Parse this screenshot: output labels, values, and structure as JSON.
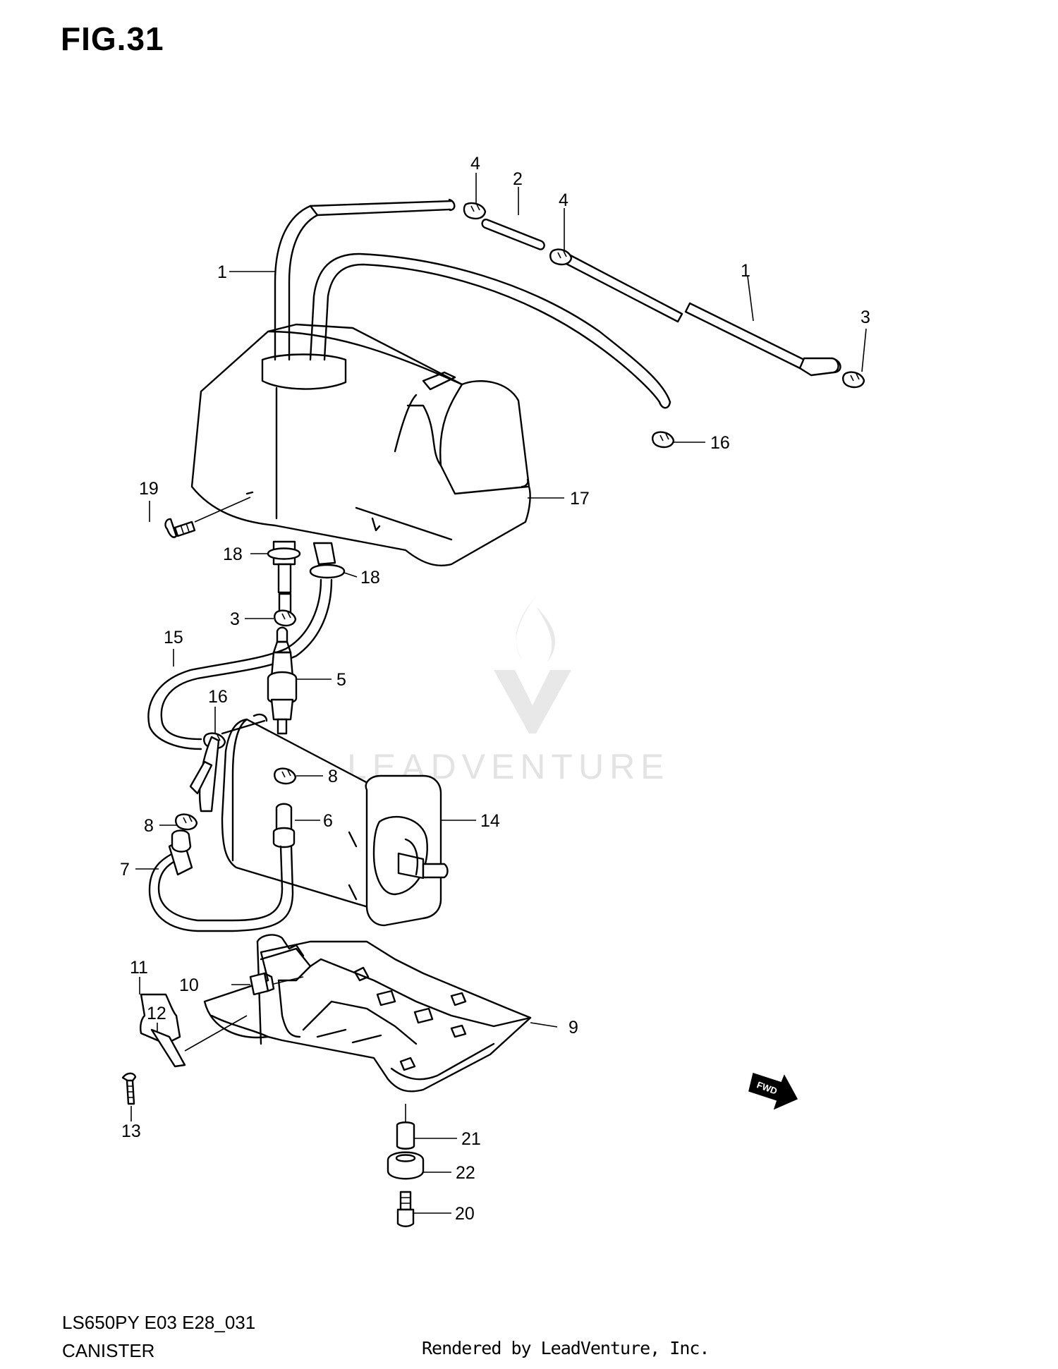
{
  "figure": {
    "title": "FIG.31",
    "model_code": "LS650PY E03 E28_031",
    "section_name": "CANISTER",
    "render_credit": "Rendered by LeadVenture, Inc."
  },
  "watermark": {
    "text": "LEADVENTURE",
    "color": "#e3e3e3"
  },
  "fwd_arrow": {
    "label": "FWD",
    "icon": "fwd-direction-arrow-icon"
  },
  "callouts": [
    {
      "id": "c1a",
      "label": "1"
    },
    {
      "id": "c1b",
      "label": "1"
    },
    {
      "id": "c2",
      "label": "2"
    },
    {
      "id": "c3a",
      "label": "3"
    },
    {
      "id": "c3b",
      "label": "3"
    },
    {
      "id": "c4a",
      "label": "4"
    },
    {
      "id": "c4b",
      "label": "4"
    },
    {
      "id": "c5",
      "label": "5"
    },
    {
      "id": "c6",
      "label": "6"
    },
    {
      "id": "c7",
      "label": "7"
    },
    {
      "id": "c8a",
      "label": "8"
    },
    {
      "id": "c8b",
      "label": "8"
    },
    {
      "id": "c9",
      "label": "9"
    },
    {
      "id": "c10",
      "label": "10"
    },
    {
      "id": "c11",
      "label": "11"
    },
    {
      "id": "c12",
      "label": "12"
    },
    {
      "id": "c13",
      "label": "13"
    },
    {
      "id": "c14",
      "label": "14"
    },
    {
      "id": "c15",
      "label": "15"
    },
    {
      "id": "c16a",
      "label": "16"
    },
    {
      "id": "c16b",
      "label": "16"
    },
    {
      "id": "c17",
      "label": "17"
    },
    {
      "id": "c18a",
      "label": "18"
    },
    {
      "id": "c18b",
      "label": "18"
    },
    {
      "id": "c19",
      "label": "19"
    },
    {
      "id": "c20",
      "label": "20"
    },
    {
      "id": "c21",
      "label": "21"
    },
    {
      "id": "c22",
      "label": "22"
    }
  ]
}
